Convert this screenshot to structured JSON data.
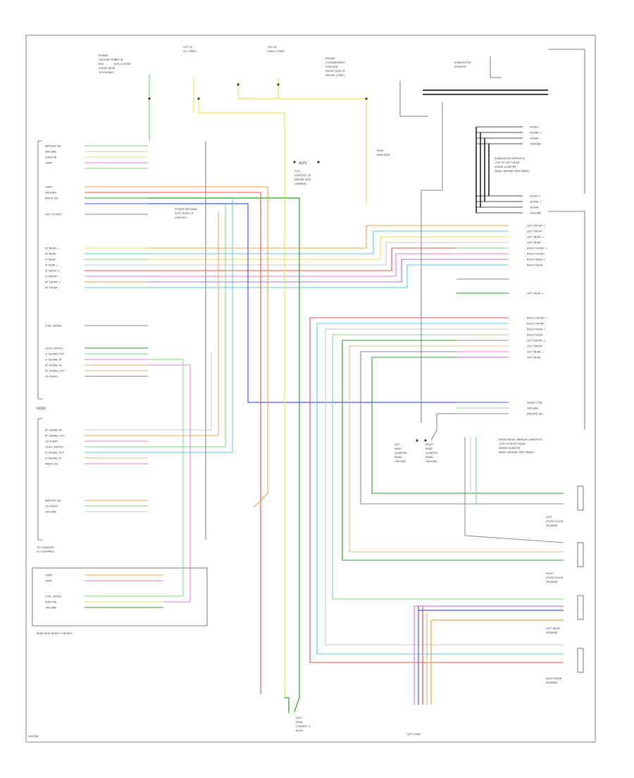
{
  "diagram": {
    "figure_number": "G00248",
    "top_sources": {
      "hot_run_start_left": [
        "HOT IN",
        "RUN & START"
      ],
      "hot_all_times": [
        "HOT IN",
        "ALL TIMES"
      ],
      "hot_run_start_right": [
        "HOT IN",
        "RUN & START"
      ],
      "power_dist_box": [
        "POWER",
        "DISTRIBUTION",
        "BOX",
        "(RIGHT REAR",
        "OF ENGINE)"
      ],
      "engine_compartment_fuse": [
        "ENGINE",
        "COMPARTMENT",
        "FUSE BOX",
        "(RIGHT SIDE OF",
        "ENGINE COMP)"
      ]
    },
    "labels": {
      "mute_connector": "MUTE",
      "full_control_splice": [
        "FULL",
        "CONTROL OF",
        "DRIVER SIDE",
        "HARNESS"
      ],
      "rear_amp": [
        "REAR",
        "AMPLIFIER"
      ],
      "radio": "RADIO",
      "cd_changer": [
        "CD CHANGER",
        "(IF EQUIPPED)"
      ],
      "subwoofer": [
        "SUBWOOFER",
        "SPEAKER"
      ],
      "subwoofer_amp": [
        "SUBWOOFER AMPLIFIER",
        "(TOP OF LEFT REAR",
        "INSIDE QUARTER",
        "PANEL BEHIND TRIM PANEL)"
      ],
      "rear_seat_controls": "REAR SEAT RADIO CONTROL",
      "front_rear_amp": [
        "FRONT/REAR, PRIMARY AMPLIFIER",
        "(TOP OF RIGHT REAR",
        "INSIDE QUARTER",
        "PANEL BEHIND TRIM PANEL)"
      ],
      "left_front_speaker": [
        "LEFT",
        "FRONT DOOR",
        "SPEAKER"
      ],
      "right_front_speaker": [
        "RIGHT",
        "FRONT DOOR",
        "SPEAKER"
      ],
      "left_rear_speaker": [
        "LEFT REAR",
        "SPEAKER"
      ],
      "right_rear_speaker": [
        "RIGHT REAR",
        "SPEAKER"
      ],
      "ground_left": [
        "LEFT",
        "REAR",
        "QUARTER",
        "PANEL",
        "GROUND"
      ],
      "ground_right": [
        "RIGHT",
        "REAR",
        "QUARTER",
        "PANEL",
        "GROUND"
      ],
      "ground_bottom": [
        "LEFT",
        "REAR",
        "CORNER OF",
        "BODY"
      ],
      "antenna": [
        "POWER ANTENNA",
        "(LEFT REAR OF",
        "VEHICLE)"
      ],
      "bottom_center": "DOT LINES"
    },
    "radio_pins": [
      "BATTERY SEL",
      "GROUND",
      "IGNITION",
      "LAMP",
      "",
      "LAMP",
      "GROUND",
      "RADIO ON",
      "",
      "LEFT OUTPUT",
      "RT REAR +",
      "RT REAR -",
      "LT REAR -",
      "LT REAR +",
      "LT FRONT +",
      "LT FRONT -",
      "RT FRONT +",
      "RT FRONT -",
      "CTRL SIGNAL",
      "LIGHT SWITCH",
      "LT SIGNAL OUT",
      "LT SIGNAL IN",
      "RT SIGNAL IN",
      "RT SIGNAL OUT",
      "CD AUDIO"
    ],
    "cd_pins": [
      "RT SIGNAL IN",
      "RT SIGNAL OUT",
      "CD AUDIO",
      "LIGHT SWITCH",
      "LT SIGNAL OUT",
      "LT SIGNAL IN",
      "RADIO ON",
      "BATTERY SEL",
      "CD AUDIO",
      "GROUND"
    ],
    "rear_pins": [
      "LAMP",
      "LAMP",
      "CTRL SIGNAL",
      "IGNITION",
      "GROUND"
    ],
    "amp_pins": [
      "LEFT FRONT +",
      "LEFT FRONT -",
      "LEFT REAR +",
      "LEFT REAR -",
      "RIGHT FRONT +",
      "RIGHT FRONT -",
      "RIGHT REAR +",
      "RIGHT REAR -",
      "",
      "LEFT REAR +"
    ],
    "speaker_pins": [
      "RIGHT FRONT +",
      "RIGHT FRONT -",
      "RIGHT REAR +",
      "RIGHT REAR -",
      "LEFT FRONT +",
      "LEFT FRONT -",
      "LEFT REAR +",
      "LEFT REAR -",
      "AUDIO CTRL",
      "GROUND",
      "BATTERY SEL"
    ],
    "subwoofer_pins": [
      "AUDIO",
      "SIGNAL +",
      "SIGNAL -",
      "GROUND",
      "AUDIO +",
      "SIGNAL +",
      "SIGNAL -",
      "GROUND"
    ],
    "wire_colors": {
      "yellow": "#e6e64d",
      "lt_green": "#7fd67f",
      "white": "#c8c8c8",
      "red": "#e85050",
      "dk_green": "#2a9a2a",
      "blue": "#4a5ad8",
      "lt_blue": "#58c8e8",
      "pink": "#e87ad8",
      "orange": "#f0a050",
      "purple": "#a070d0",
      "tan": "#d8c080",
      "brown": "#a07050",
      "gray": "#888888",
      "black": "#222222"
    }
  }
}
